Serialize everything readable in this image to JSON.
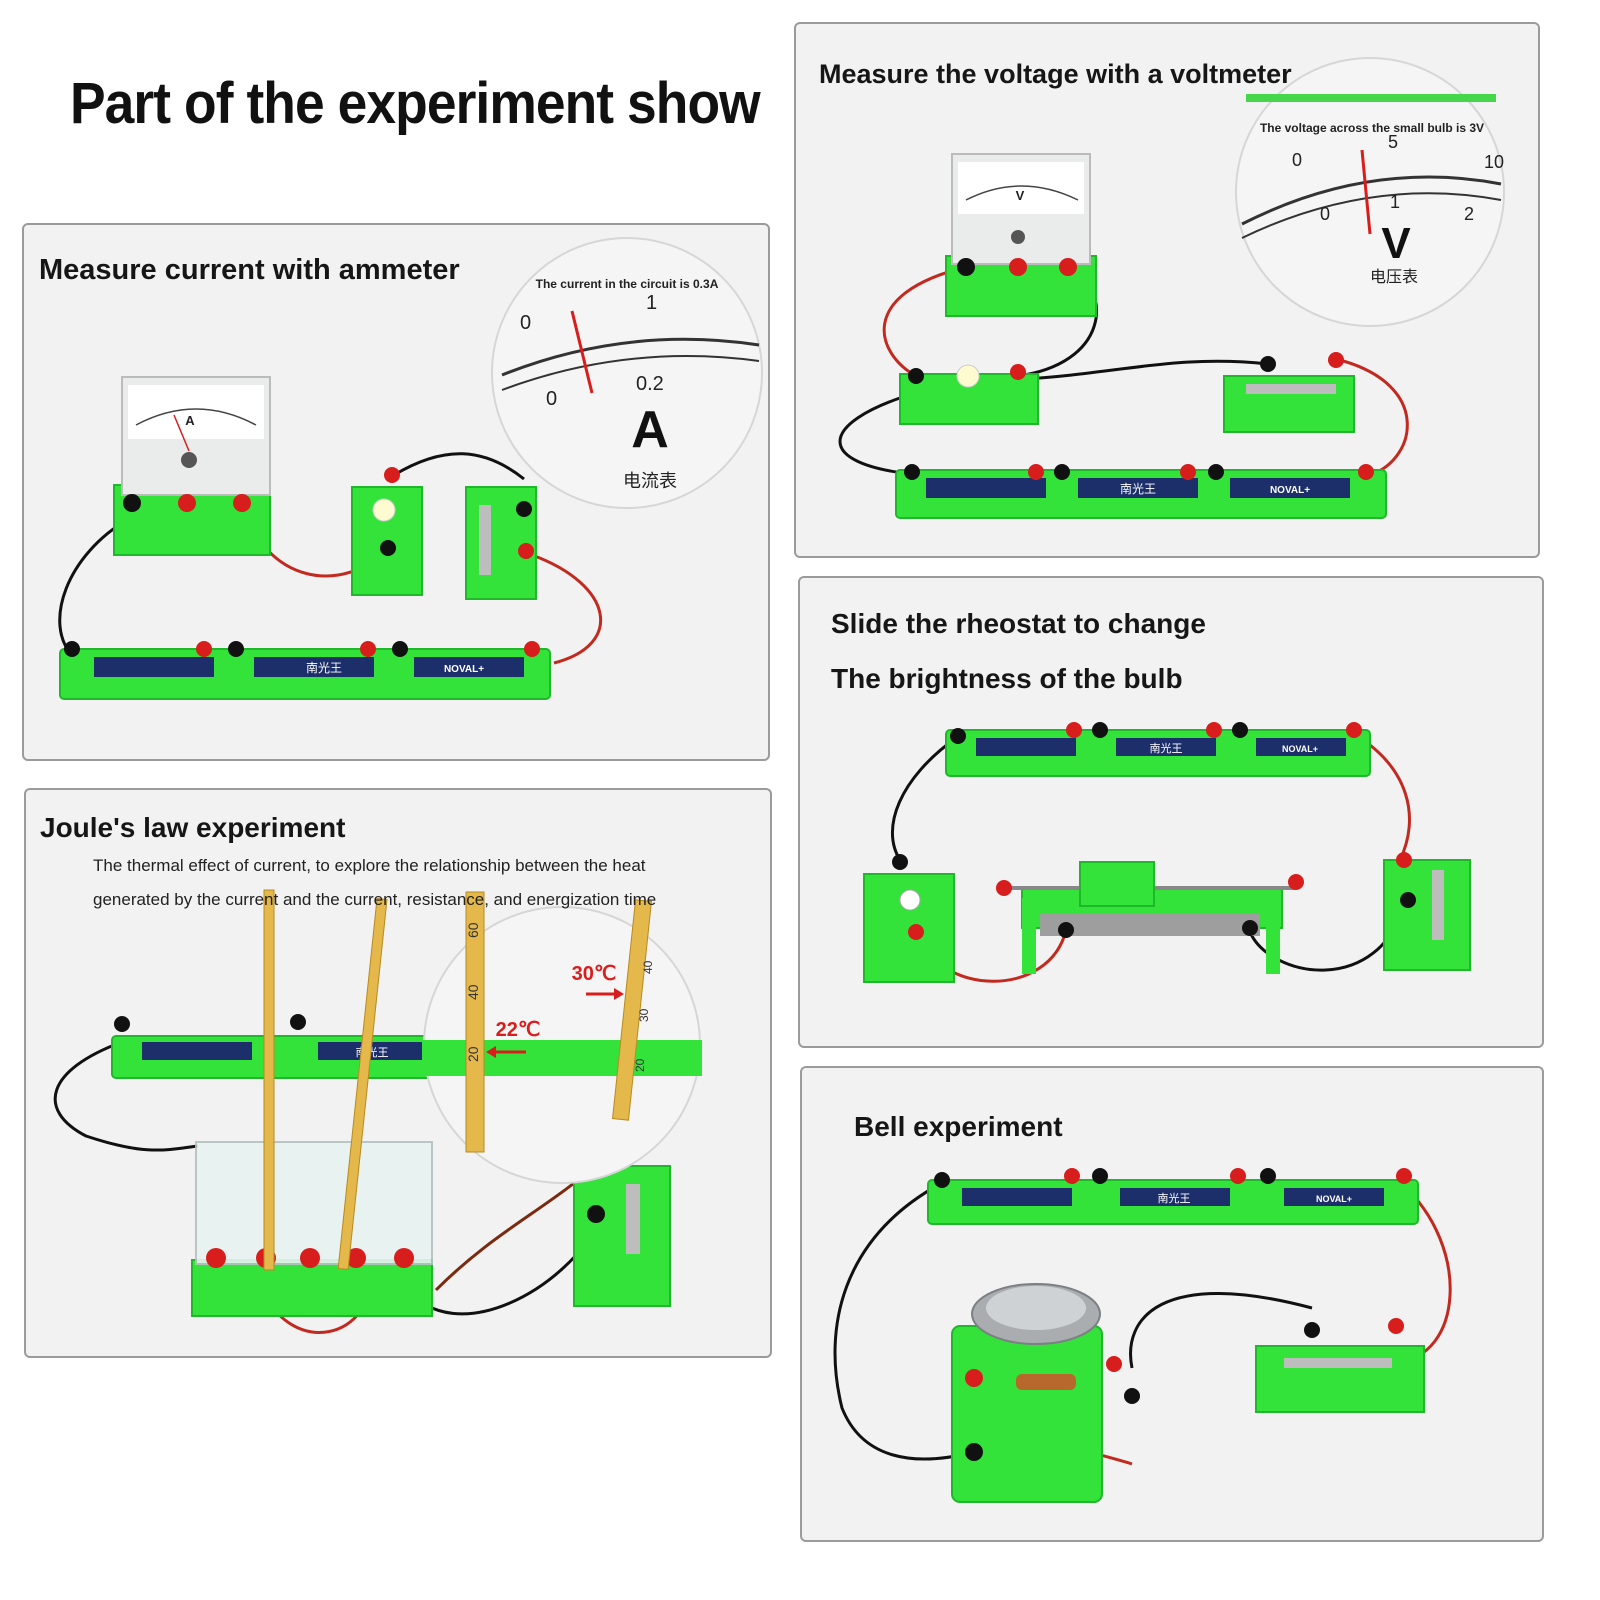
{
  "headline": "Part of the experiment show",
  "colors": {
    "board": "#33e33a",
    "board_dark": "#1fb82a",
    "post_red": "#d81d1d",
    "post_black": "#111111",
    "wire_red": "#c2291f",
    "panel_bg": "#f2f2f2"
  },
  "ammeter_panel": {
    "title": "Measure current with ammeter",
    "zoom_caption": "The current in the circuit is 0.3A",
    "scale_top": [
      "0",
      "1"
    ],
    "scale_bottom": [
      "0",
      "0.2"
    ],
    "unit_symbol": "A",
    "meter_name": "电流表",
    "battery_brand": "NOVAL+",
    "battery_label": "南光王"
  },
  "voltmeter_panel": {
    "title": "Measure the voltage with a voltmeter",
    "zoom_caption": "The voltage across the small bulb is 3V",
    "scale_top": [
      "0",
      "5",
      "10"
    ],
    "scale_bottom": [
      "0",
      "1",
      "2"
    ],
    "unit_symbol": "V",
    "meter_name": "电压表",
    "battery_brand": "NOVAL+",
    "battery_label": "南光王"
  },
  "rheostat_panel": {
    "title_line1": "Slide the rheostat to change",
    "title_line2": "The brightness of the bulb",
    "battery_brand": "NOVAL+",
    "battery_label": "南光王"
  },
  "joule_panel": {
    "title": "Joule's law experiment",
    "desc_line1": "The thermal effect of current, to explore the relationship between the heat",
    "desc_line2": "generated by the current and the current, resistance, and energization time",
    "temp_high": "30℃",
    "temp_low": "22℃",
    "thermo_marks": [
      "60",
      "40",
      "20",
      "40",
      "30",
      "20"
    ],
    "battery_label": "南光王"
  },
  "bell_panel": {
    "title": "Bell experiment",
    "battery_brand": "NOVAL+",
    "battery_label": "南光王"
  }
}
